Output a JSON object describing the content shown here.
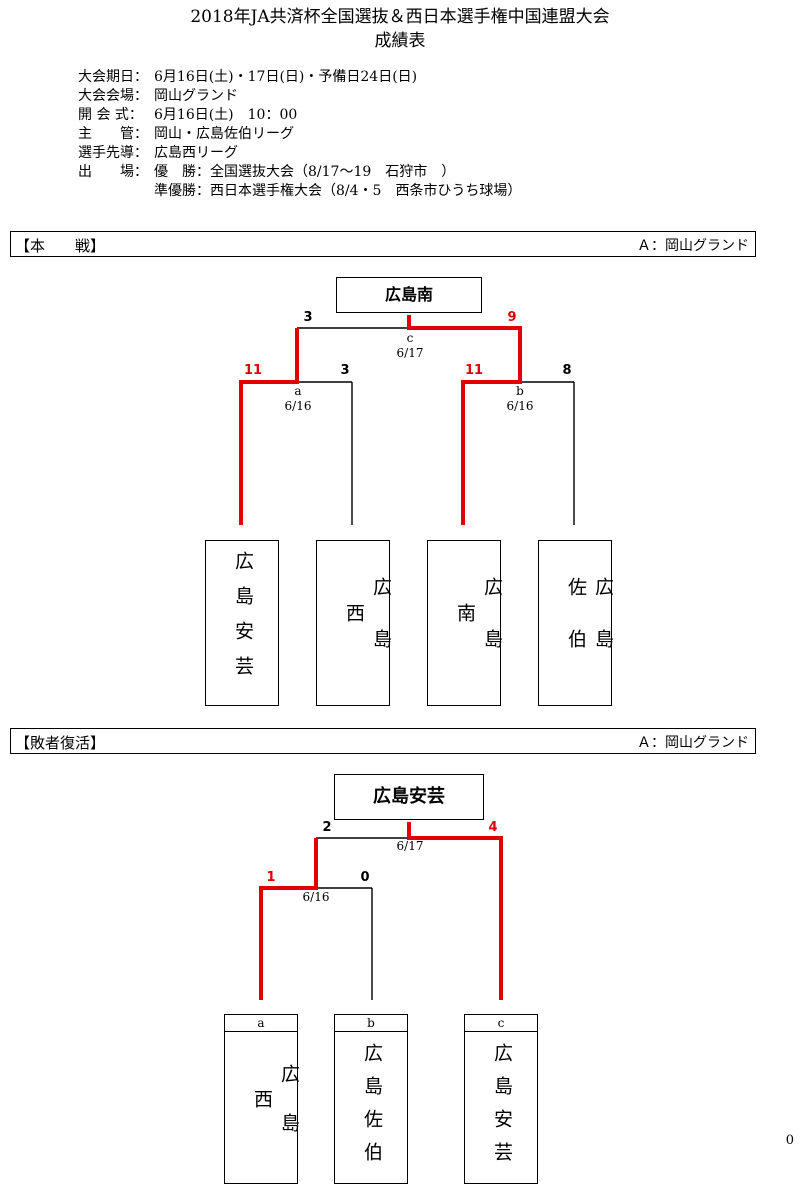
{
  "title": "2018年JA共済杯全国選抜＆西日本選手権中国連盟大会",
  "subtitle": "成績表",
  "info": [
    {
      "label": "大会期日：",
      "value": "6月16日(土)・17日(日)・予備日24日(日)"
    },
    {
      "label": "大会会場：",
      "value": "岡山グランド"
    },
    {
      "label": "開 会 式：",
      "value": "6月16日(土)　10：00"
    },
    {
      "label": "主　　管：",
      "value": "岡山・広島佐伯リーグ"
    },
    {
      "label": "選手先導：",
      "value": "広島西リーグ"
    },
    {
      "label": "出　　場：",
      "value": "優　勝：全国選抜大会（8/17〜19　石狩市　）"
    },
    {
      "label": "",
      "value": "準優勝：西日本選手権大会（8/4・5　西条市ひうち球場）"
    }
  ],
  "main": {
    "header": "【本　　戦】",
    "venue": "Ａ：岡山グランド",
    "winner": "広島南",
    "teams": [
      "広島安芸",
      "広島西",
      "広島南",
      "広島佐伯"
    ],
    "games": {
      "a": {
        "code": "a",
        "date": "6/16",
        "left_score": "11",
        "right_score": "3"
      },
      "b": {
        "code": "b",
        "date": "6/16",
        "left_score": "11",
        "right_score": "8"
      },
      "c": {
        "code": "c",
        "date": "6/17",
        "left_score": "3",
        "right_score": "9"
      }
    }
  },
  "repechage": {
    "header": "【敗者復活】",
    "venue": "Ａ：岡山グランド",
    "winner": "広島安芸",
    "teams": [
      {
        "code": "a",
        "name": "広島西"
      },
      {
        "code": "b",
        "name": "広島佐伯"
      },
      {
        "code": "c",
        "name": "広島安芸"
      }
    ],
    "games": {
      "semi": {
        "date": "6/16",
        "left_score": "1",
        "right_score": "0"
      },
      "final": {
        "date": "6/17",
        "left_score": "2",
        "right_score": "4"
      }
    }
  },
  "page_number": "0",
  "colors": {
    "highlight": "#e00000"
  }
}
